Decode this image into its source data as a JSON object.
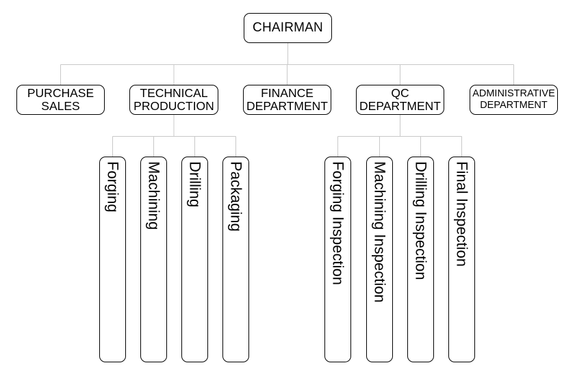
{
  "chart": {
    "root": {
      "label": "CHAIRMAN"
    },
    "departments": [
      {
        "id": "purchase",
        "lines": [
          "PURCHASE",
          "SALES"
        ]
      },
      {
        "id": "technical",
        "lines": [
          "TECHNICAL",
          "PRODUCTION"
        ]
      },
      {
        "id": "finance",
        "lines": [
          "FINANCE",
          "DEPARTMENT"
        ]
      },
      {
        "id": "qc",
        "lines": [
          "QC",
          "DEPARTMENT"
        ]
      },
      {
        "id": "admin",
        "lines": [
          "ADMINISTRATIVE",
          "DEPARTMENT"
        ]
      }
    ],
    "technical_units": [
      "Forging",
      "Machining",
      "Drilling",
      "Packaging"
    ],
    "qc_units": [
      "Forging Inspection",
      "Machining Inspection",
      "Drilling Inspection",
      "Final Inspection"
    ]
  },
  "colors": {
    "connector": "#c8c8c8",
    "border": "#000000",
    "text": "#000000"
  }
}
